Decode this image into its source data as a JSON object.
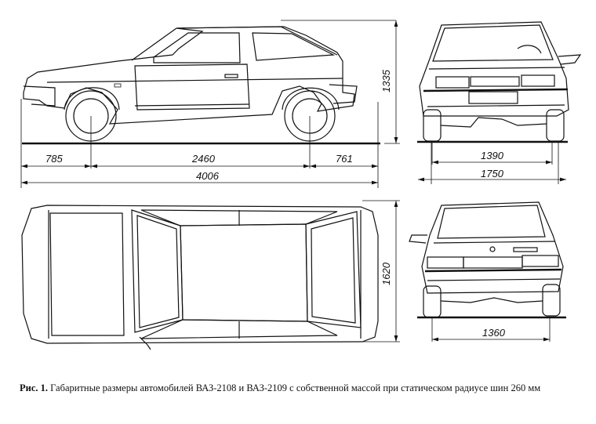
{
  "figure": {
    "title": "Габаритные размеры автомобилей ВАЗ-2108 и ВАЗ-2109",
    "views": [
      "side",
      "front",
      "top",
      "rear"
    ]
  },
  "dimensions": {
    "side": {
      "front_overhang": "785",
      "wheelbase": "2460",
      "rear_overhang": "761",
      "overall_length": "4006",
      "height": "1335"
    },
    "front": {
      "front_track": "1390",
      "overall_width": "1750"
    },
    "top": {
      "body_width": "1620"
    },
    "rear": {
      "rear_track": "1360"
    }
  },
  "caption": {
    "label": "Рис. 1.",
    "text": "Габаритные размеры автомобилей ВАЗ-2108 и ВАЗ-2109 с собственной массой при статическом радиусе шин 260 мм"
  }
}
